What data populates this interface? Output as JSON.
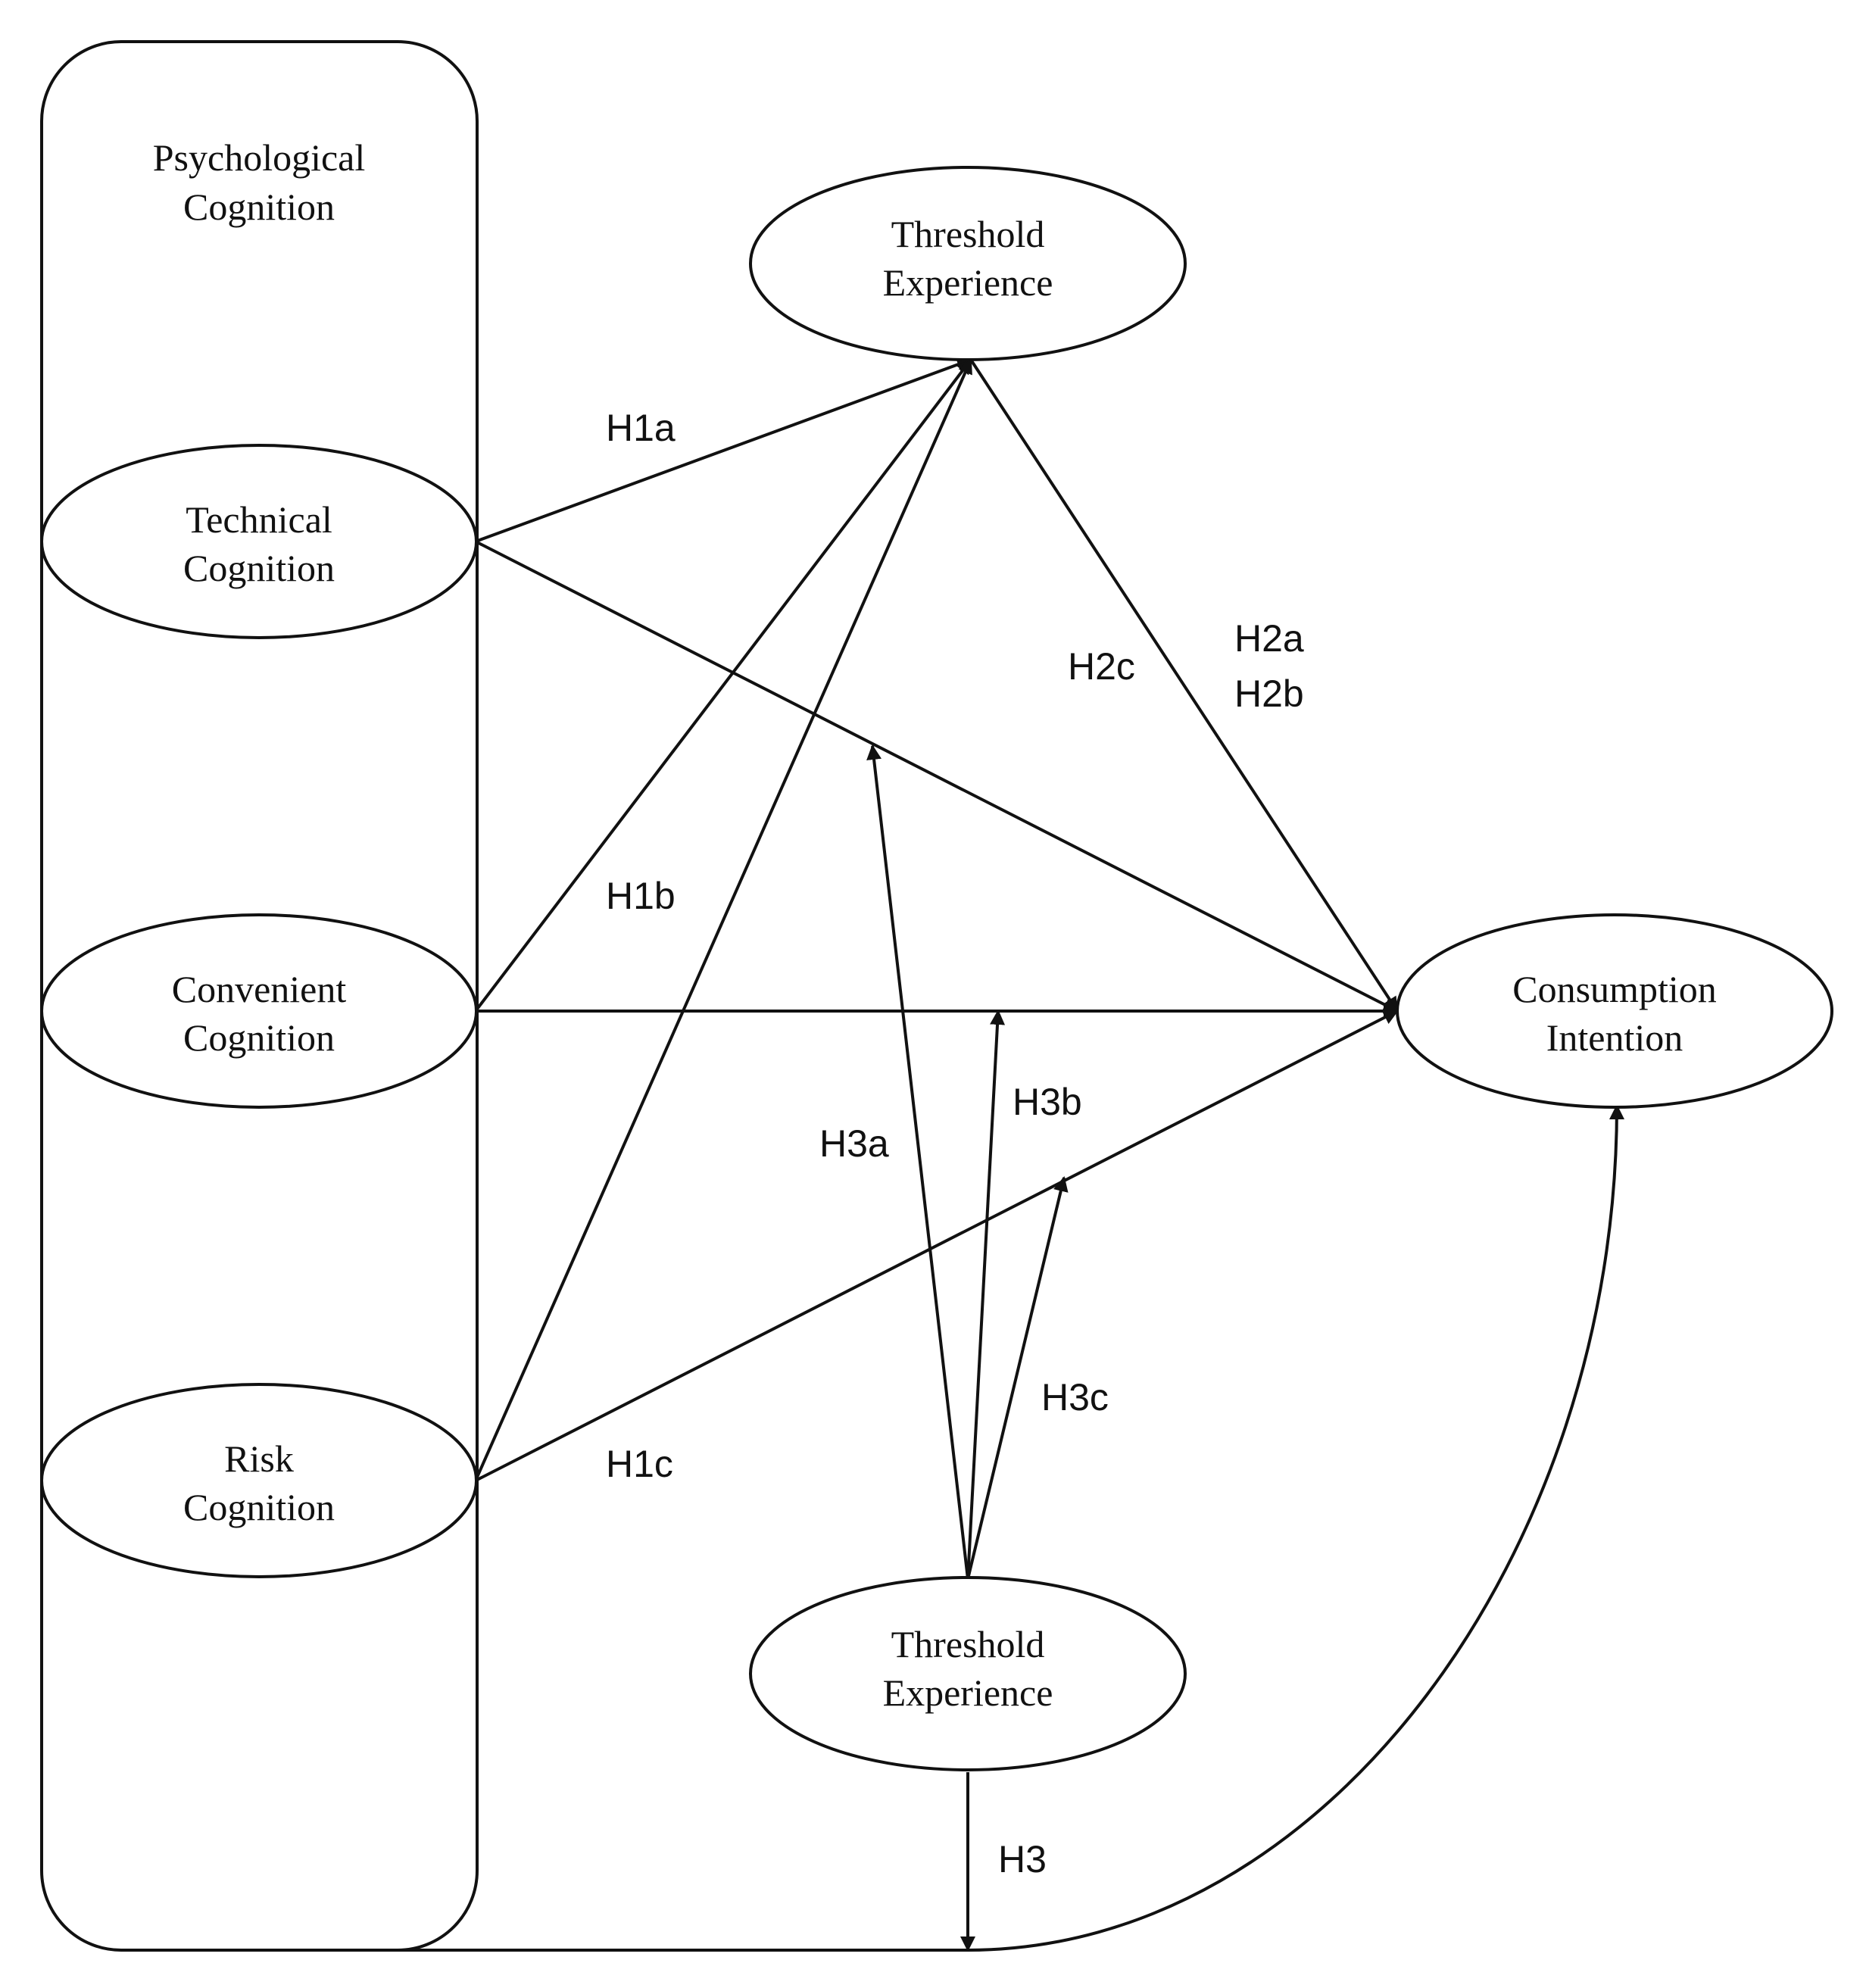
{
  "group": {
    "line1": "Psychological",
    "line2": "Cognition"
  },
  "nodes": {
    "technical": {
      "line1": "Technical",
      "line2": "Cognition"
    },
    "convenient": {
      "line1": "Convenient",
      "line2": "Cognition"
    },
    "risk": {
      "line1": "Risk",
      "line2": "Cognition"
    },
    "mediator": {
      "line1": "Threshold",
      "line2": "Experience"
    },
    "moderator": {
      "line1": "Threshold",
      "line2": "Experience"
    },
    "outcome": {
      "line1": "Consumption",
      "line2": "Intention"
    }
  },
  "hypotheses": {
    "h1a": "H1a",
    "h1b": "H1b",
    "h1c": "H1c",
    "h2a": "H2a",
    "h2b": "H2b",
    "h2c": "H2c",
    "h3a": "H3a",
    "h3b": "H3b",
    "h3c": "H3c",
    "h3": "H3"
  },
  "colors": {
    "stroke": "#111111",
    "background": "#ffffff"
  }
}
